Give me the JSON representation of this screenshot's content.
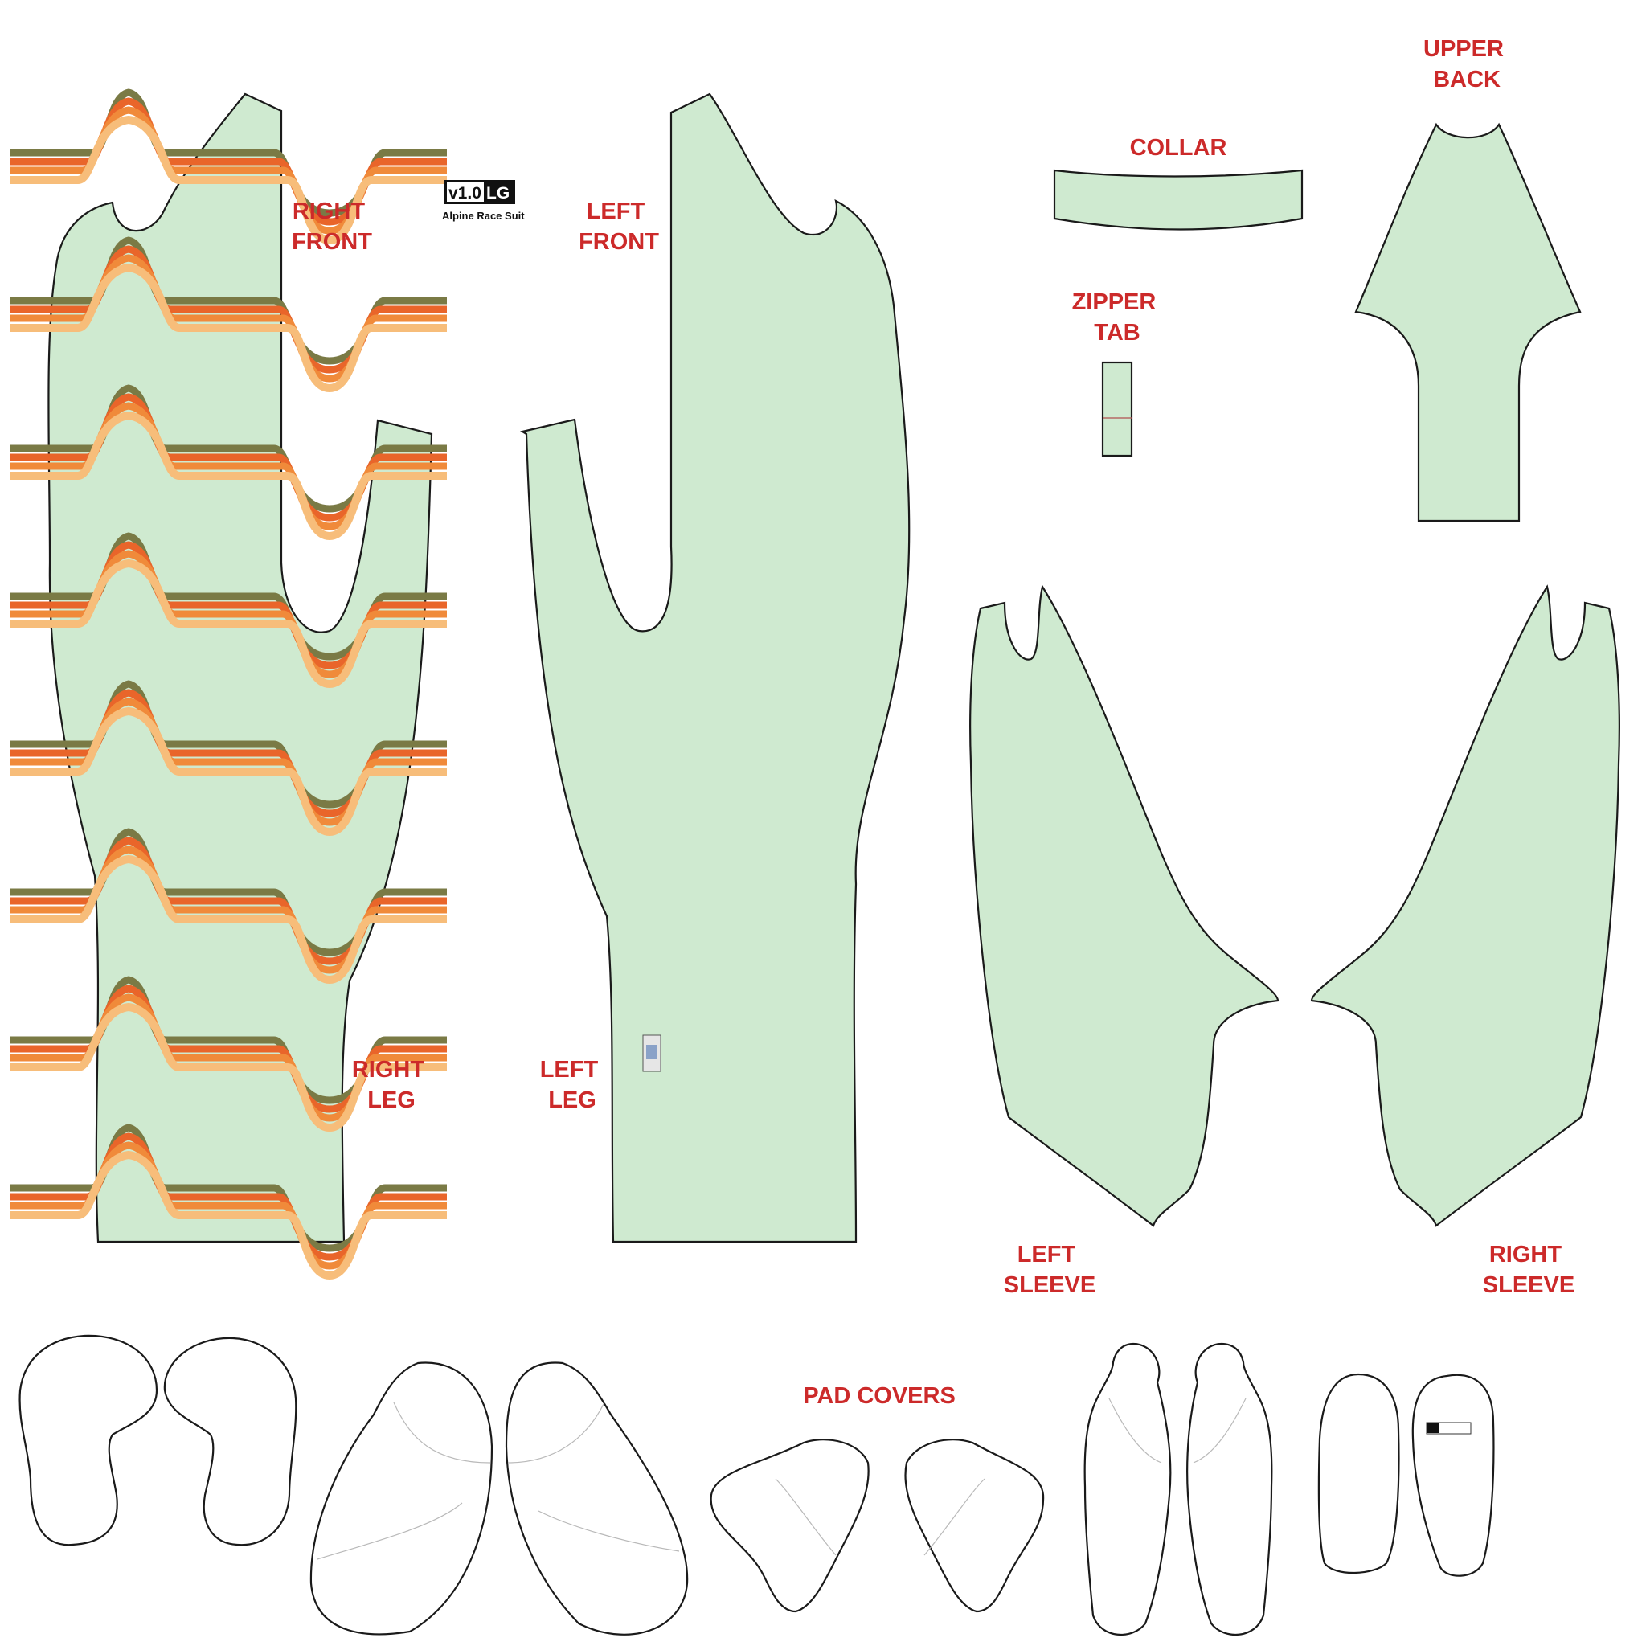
{
  "header": {
    "version": "v1.0",
    "size": "LG",
    "product": "Alpine Race Suit"
  },
  "labels": {
    "right_front": [
      "RIGHT",
      "FRONT"
    ],
    "left_front": [
      "LEFT",
      "FRONT"
    ],
    "collar": [
      "COLLAR"
    ],
    "upper_back": [
      "UPPER",
      "BACK"
    ],
    "zipper_tab": [
      "ZIPPER",
      "TAB"
    ],
    "right_leg": [
      "RIGHT",
      "LEG"
    ],
    "left_leg": [
      "LEFT",
      "LEG"
    ],
    "left_sleeve": [
      "LEFT",
      "SLEEVE"
    ],
    "right_sleeve": [
      "RIGHT",
      "SLEEVE"
    ],
    "pad_covers": [
      "PAD COVERS"
    ]
  },
  "colors": {
    "piece_fill": "#cfead0",
    "label_red": "#cc2a2a",
    "stripe_light": "#f7bd7a",
    "stripe_mid": "#f08a3a",
    "stripe_dark": "#e9652a",
    "stripe_olive": "#7a7a45"
  }
}
